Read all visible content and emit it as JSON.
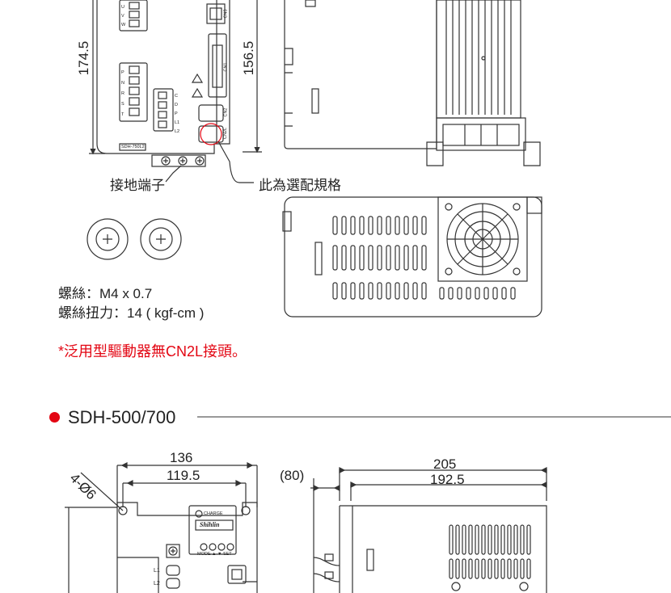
{
  "top_drawing": {
    "height_outer": "174.5",
    "height_inner": "156.5",
    "ground_terminal_label": "接地端子",
    "optional_spec_label": "此為選配規格",
    "terminal_uvw": [
      "U",
      "V",
      "W"
    ],
    "terminal_pnrst": [
      "P",
      "N",
      "R",
      "S",
      "T"
    ],
    "terminal_cdpl": [
      "C",
      "D",
      "P",
      "L1",
      "L2"
    ],
    "connector_labels": [
      "CN3",
      "CN1",
      "CN2",
      "CN2L"
    ],
    "model_plate": "SDH-750L2"
  },
  "screw_spec": {
    "size": "螺絲：M4 x 0.7",
    "torque": "螺絲扭力：14 ( kgf-cm )"
  },
  "footnote": "*泛用型驅動器無CN2L接頭。",
  "section": {
    "title": "SDH-500/700",
    "bullet_color": "#e30613"
  },
  "bottom_drawing": {
    "width_outer": "136",
    "width_inner": "119.5",
    "hole_spec": "4-Ø6",
    "connector_offset": "(80)",
    "depth_outer": "205",
    "depth_inner": "192.5",
    "brand": "Shihlin",
    "charge_label": "CHARGE",
    "panel_buttons": "MODE  ▲  ▼  SET",
    "terminal_l": [
      "L1",
      "L2"
    ]
  }
}
